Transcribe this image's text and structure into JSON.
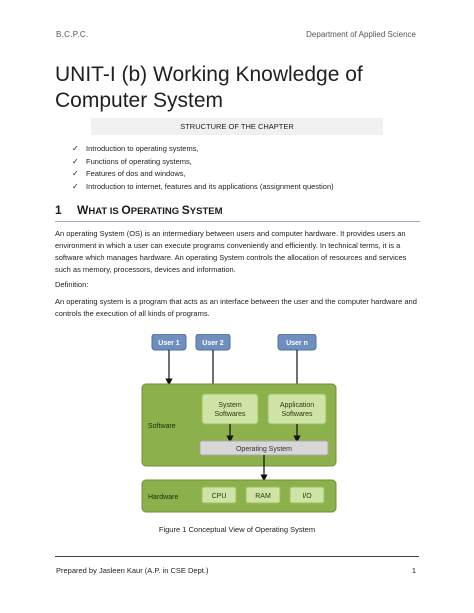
{
  "header": {
    "left": "B.C.P.C.",
    "right": "Department of Applied Science"
  },
  "title": "UNIT-I (b) Working Knowledge of Computer System",
  "structure_label": "STRUCTURE OF THE CHAPTER",
  "bullets": [
    "Introduction to operating systems,",
    "Functions of operating systems,",
    "Features of dos and windows,",
    "Introduction to internet, features and its applications (assignment question)"
  ],
  "check_glyph": "✓",
  "section": {
    "number": "1",
    "title_cap1": "W",
    "title_rest1": "HAT IS ",
    "title_cap2": "O",
    "title_rest2": "PERATING ",
    "title_cap3": "S",
    "title_rest3": "YSTEM"
  },
  "paragraphs": {
    "intro": "An operating System (OS) is an intermediary between users and computer hardware. It provides users an environment in which a user can execute programs conveniently and efficiently. In technical terms, it is a software which manages hardware. An operating System controls the allocation of resources and services such as memory, processors, devices and information.",
    "definition_label": "Definition:",
    "definition": "An operating system is a program that acts as an interface between the user and the computer hardware and controls the execution of all kinds of programs."
  },
  "diagram": {
    "users": [
      "User 1",
      "User 2",
      "User n"
    ],
    "software_label": "Software",
    "system_sw": [
      "System",
      "Softwares"
    ],
    "app_sw": [
      "Application",
      "Softwares"
    ],
    "os_label": "Operating System",
    "hardware_label": "Hardware",
    "hw_items": [
      "CPU",
      "RAM",
      "I/O"
    ],
    "colors": {
      "user_box": "#6f8fbf",
      "frame": "#8cb04c",
      "inner": "#cfe3a6",
      "os_bar": "#d7d7d7"
    }
  },
  "caption": "Figure 1 Conceptual View of Operating System",
  "footer": {
    "left": "Prepared by Jasleen Kaur (A.P. in CSE Dept.)",
    "page": "1"
  }
}
